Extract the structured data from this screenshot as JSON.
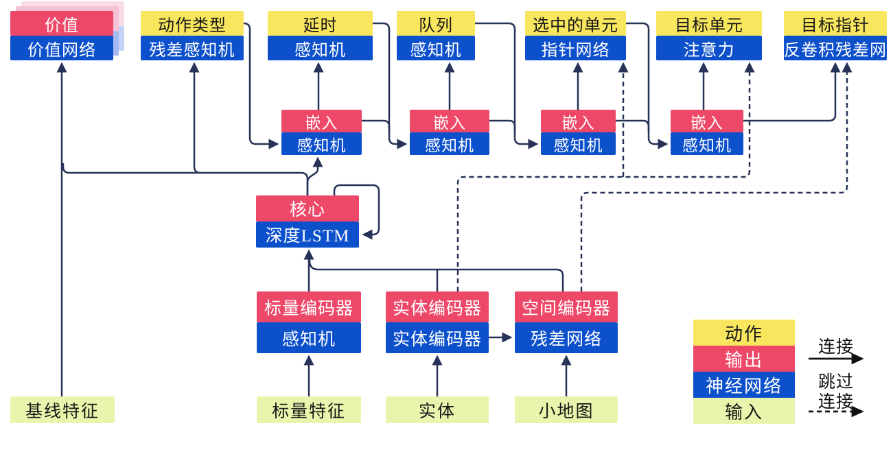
{
  "nodes": {
    "value": {
      "top": "价值",
      "bottom": "价值网络"
    },
    "action_type": {
      "top": "动作类型",
      "bottom": "残差感知机"
    },
    "delay": {
      "top": "延时",
      "bottom": "感知机"
    },
    "queue": {
      "top": "队列",
      "bottom": "感知机"
    },
    "selected_units": {
      "top": "选中的单元",
      "bottom": "指针网络"
    },
    "target_unit": {
      "top": "目标单元",
      "bottom": "注意力"
    },
    "target_point": {
      "top": "目标指针",
      "bottom": "反卷积残差网"
    },
    "embed1": {
      "top": "嵌入",
      "bottom": "感知机"
    },
    "embed2": {
      "top": "嵌入",
      "bottom": "感知机"
    },
    "embed3": {
      "top": "嵌入",
      "bottom": "感知机"
    },
    "embed4": {
      "top": "嵌入",
      "bottom": "感知机"
    },
    "core": {
      "top": "核心",
      "bottom": "深度LSTM"
    },
    "scalar_encoder": {
      "top": "标量编码器",
      "bottom": "感知机"
    },
    "entity_encoder": {
      "top": "实体编码器",
      "bottom": "实体编码器"
    },
    "spatial_encoder": {
      "top": "空间编码器",
      "bottom": "残差网络"
    },
    "baseline_features": {
      "label": "基线特征"
    },
    "scalar_features": {
      "label": "标量特征"
    },
    "entities": {
      "label": "实体"
    },
    "minimap": {
      "label": "小地图"
    }
  },
  "legend": {
    "action": "动作",
    "output": "输出",
    "network": "神经网络",
    "input": "输入",
    "solid_label": "连接",
    "skip_label_line1": "跳过",
    "skip_label_line2": "连接"
  },
  "colors": {
    "action_yellow": "#f9e65f",
    "output_red": "#ee4868",
    "network_blue": "#0d50cc",
    "input_green": "#e9f5ad",
    "wire_navy": "#263257",
    "legend_arrow_black": "#111111",
    "value_shadow_pink_near": "#f6c3d6",
    "value_shadow_pink_far": "#fadce8",
    "value_shadow_blue_near": "#a6b9f2",
    "value_shadow_blue_far": "#c7d2f8"
  },
  "edges": [
    {
      "from": "baseline_features",
      "to": "value",
      "style": "solid"
    },
    {
      "from": "core",
      "to": "value",
      "style": "solid"
    },
    {
      "from": "core",
      "to": "action_type",
      "style": "solid"
    },
    {
      "from": "core",
      "to": "embed1",
      "style": "solid"
    },
    {
      "from": "action_type",
      "to": "embed1",
      "style": "solid"
    },
    {
      "from": "embed1",
      "to": "delay",
      "style": "solid"
    },
    {
      "from": "delay",
      "to": "embed2",
      "style": "solid"
    },
    {
      "from": "embed1",
      "to": "embed2",
      "style": "solid"
    },
    {
      "from": "embed2",
      "to": "queue",
      "style": "solid"
    },
    {
      "from": "queue",
      "to": "embed3",
      "style": "solid"
    },
    {
      "from": "embed2",
      "to": "embed3",
      "style": "solid"
    },
    {
      "from": "embed3",
      "to": "selected_units",
      "style": "solid"
    },
    {
      "from": "selected_units",
      "to": "embed4",
      "style": "solid"
    },
    {
      "from": "embed3",
      "to": "embed4",
      "style": "solid"
    },
    {
      "from": "embed4",
      "to": "target_unit",
      "style": "solid"
    },
    {
      "from": "embed4",
      "to": "target_point",
      "style": "solid"
    },
    {
      "from": "core",
      "to": "core",
      "style": "solid"
    },
    {
      "from": "scalar_encoder",
      "to": "core",
      "style": "solid"
    },
    {
      "from": "entity_encoder",
      "to": "core",
      "style": "solid"
    },
    {
      "from": "spatial_encoder",
      "to": "core",
      "style": "solid"
    },
    {
      "from": "entity_encoder",
      "to": "spatial_encoder",
      "style": "solid"
    },
    {
      "from": "scalar_features",
      "to": "scalar_encoder",
      "style": "solid"
    },
    {
      "from": "entities",
      "to": "entity_encoder",
      "style": "solid"
    },
    {
      "from": "minimap",
      "to": "spatial_encoder",
      "style": "solid"
    },
    {
      "from": "entity_encoder",
      "to": "selected_units",
      "style": "dashed"
    },
    {
      "from": "entity_encoder",
      "to": "target_unit",
      "style": "dashed"
    },
    {
      "from": "spatial_encoder",
      "to": "target_point",
      "style": "dashed"
    }
  ]
}
